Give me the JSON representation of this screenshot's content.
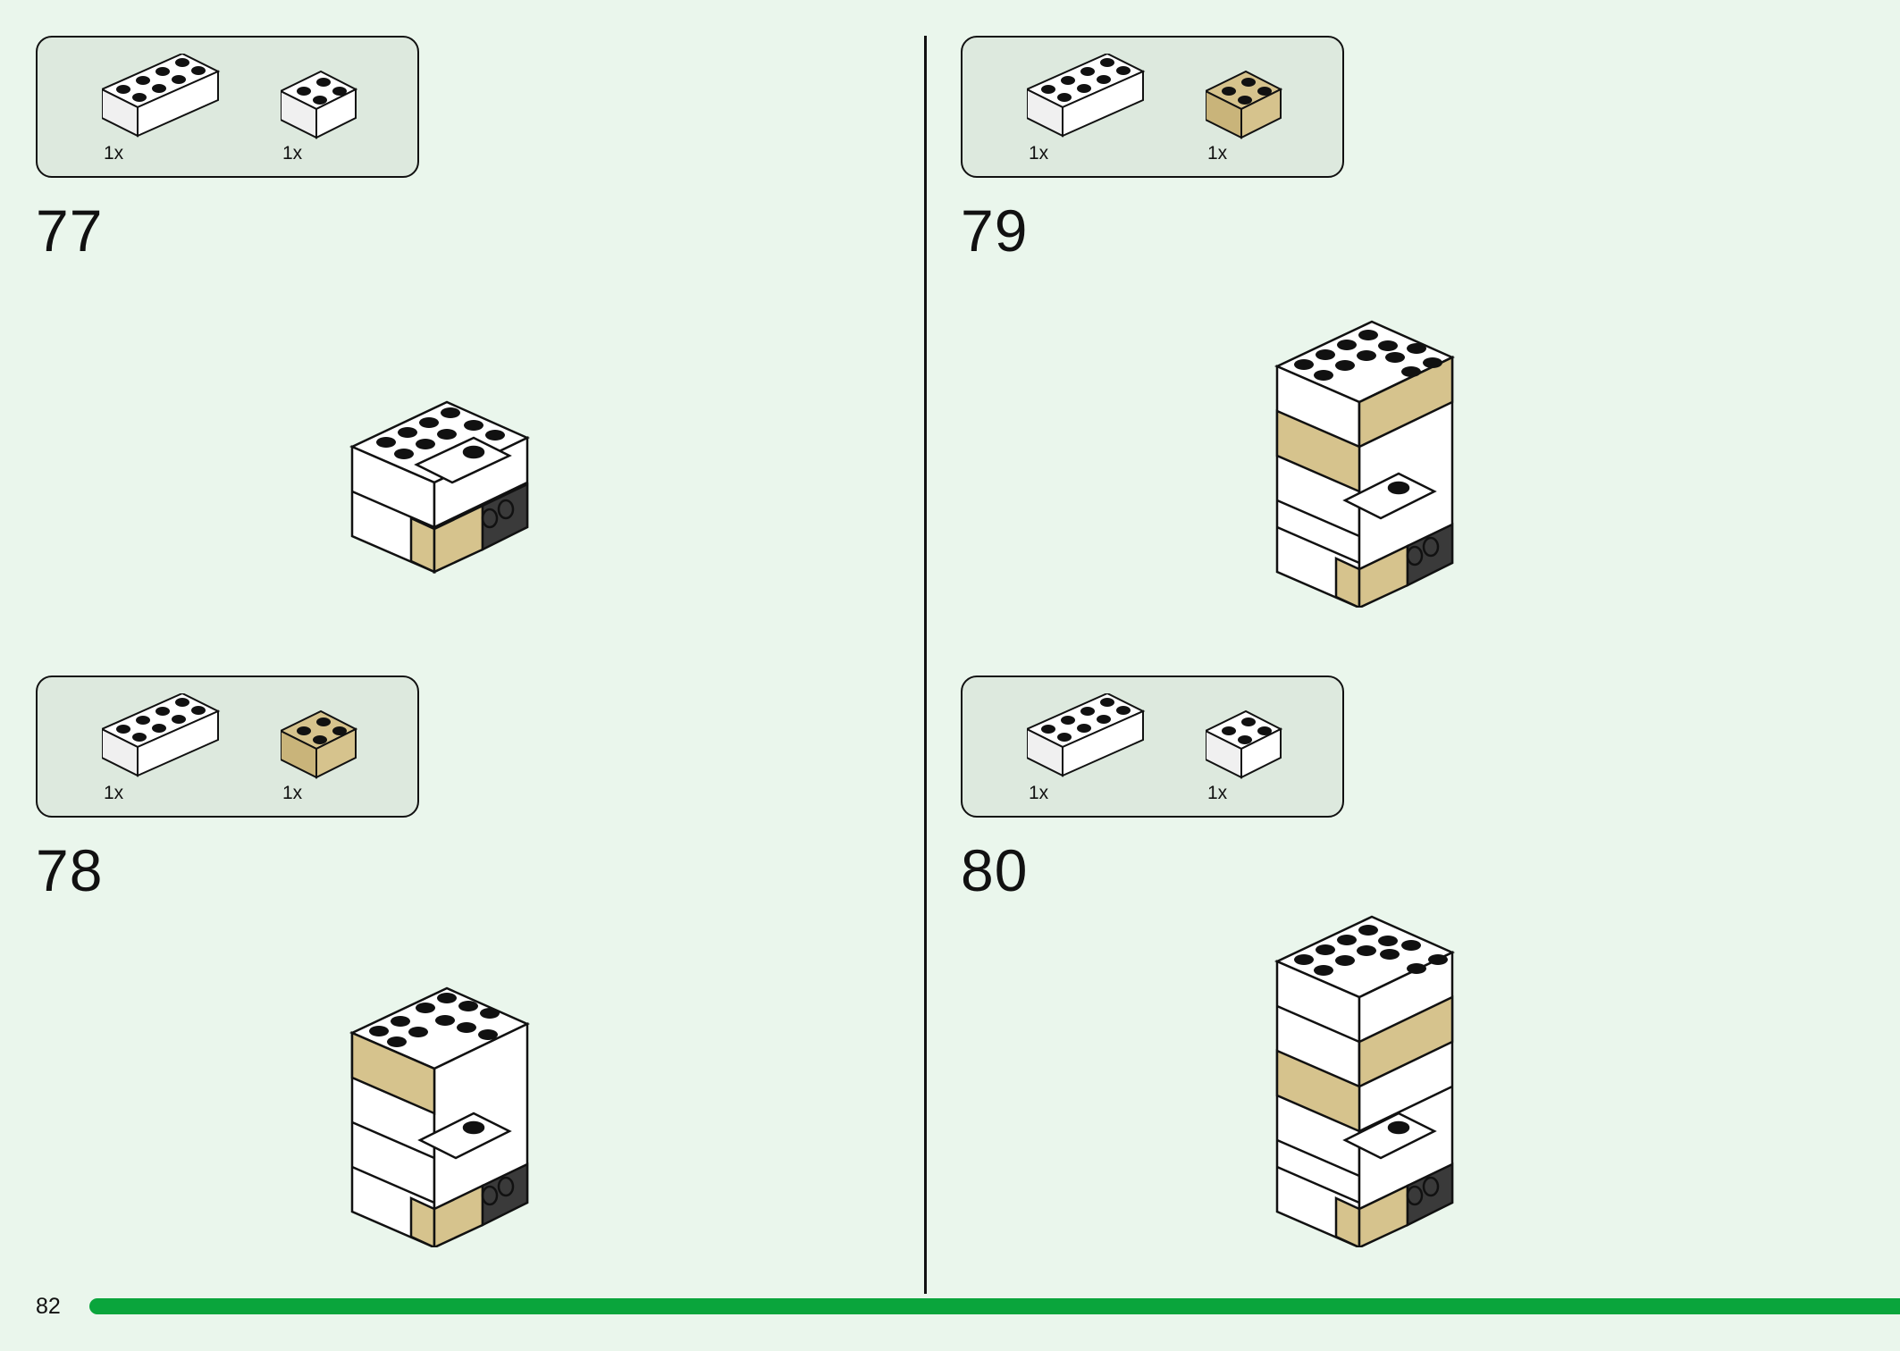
{
  "page_number": "82",
  "colors": {
    "white_brick": "#ffffff",
    "tan_brick": "#d6c38d",
    "accent_green": "#0aa53c",
    "background": "#eaf6ec",
    "parts_box": "#dde9de"
  },
  "steps": [
    {
      "number": "77",
      "parts": [
        {
          "brick": "2x4-white",
          "qty": "1x"
        },
        {
          "brick": "2x2-white",
          "qty": "1x"
        }
      ]
    },
    {
      "number": "78",
      "parts": [
        {
          "brick": "2x4-white",
          "qty": "1x"
        },
        {
          "brick": "2x2-tan",
          "qty": "1x"
        }
      ]
    },
    {
      "number": "79",
      "parts": [
        {
          "brick": "2x4-white",
          "qty": "1x"
        },
        {
          "brick": "2x2-tan",
          "qty": "1x"
        }
      ]
    },
    {
      "number": "80",
      "parts": [
        {
          "brick": "2x4-white",
          "qty": "1x"
        },
        {
          "brick": "2x2-white",
          "qty": "1x"
        }
      ]
    }
  ]
}
